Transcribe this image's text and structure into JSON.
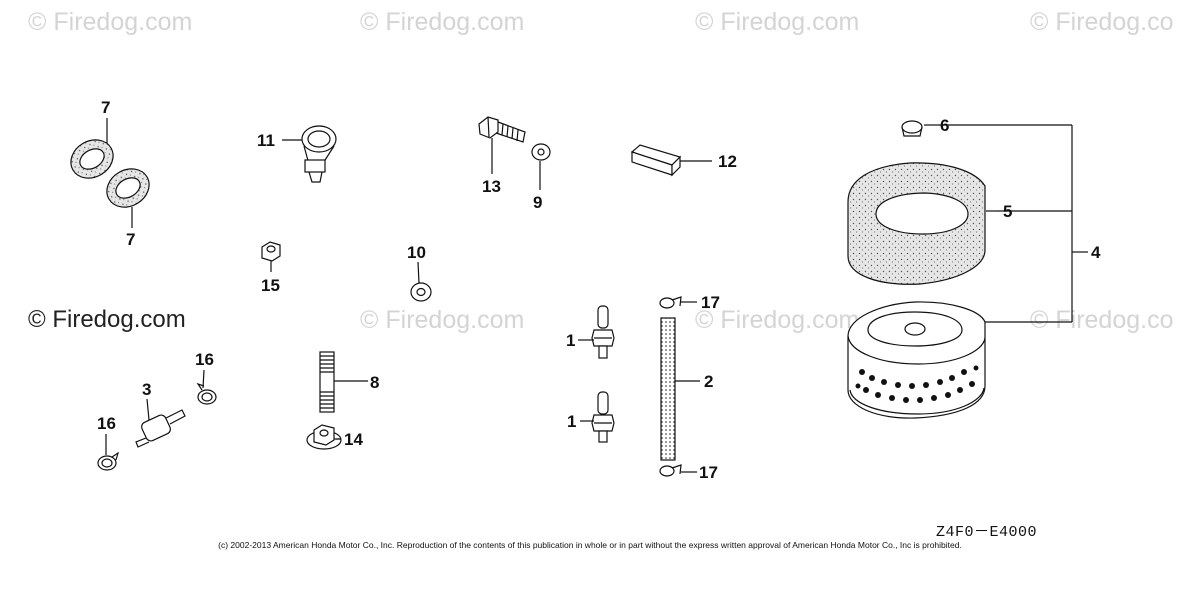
{
  "watermarks": {
    "top": [
      "© Firedog.com",
      "© Firedog.com",
      "© Firedog.com",
      "© Firedog.co"
    ],
    "middle": [
      "© Firedog.com",
      "© Firedog.com",
      "© Firedog.co"
    ],
    "main": "© Firedog.com"
  },
  "callouts": {
    "c1a": "1",
    "c1b": "1",
    "c2": "2",
    "c3": "3",
    "c4": "4",
    "c5": "5",
    "c6": "6",
    "c7a": "7",
    "c7b": "7",
    "c8": "8",
    "c9": "9",
    "c10": "10",
    "c11": "11",
    "c12": "12",
    "c13": "13",
    "c14": "14",
    "c15": "15",
    "c16a": "16",
    "c16b": "16",
    "c17a": "17",
    "c17b": "17"
  },
  "diagram_ref": "Z4F0－E4000",
  "copyright": "(c) 2002-2013 American Honda Motor Co., Inc. Reproduction of the contents of this publication in whole or in part without the express written approval of American Honda Motor Co., Inc is prohibited."
}
